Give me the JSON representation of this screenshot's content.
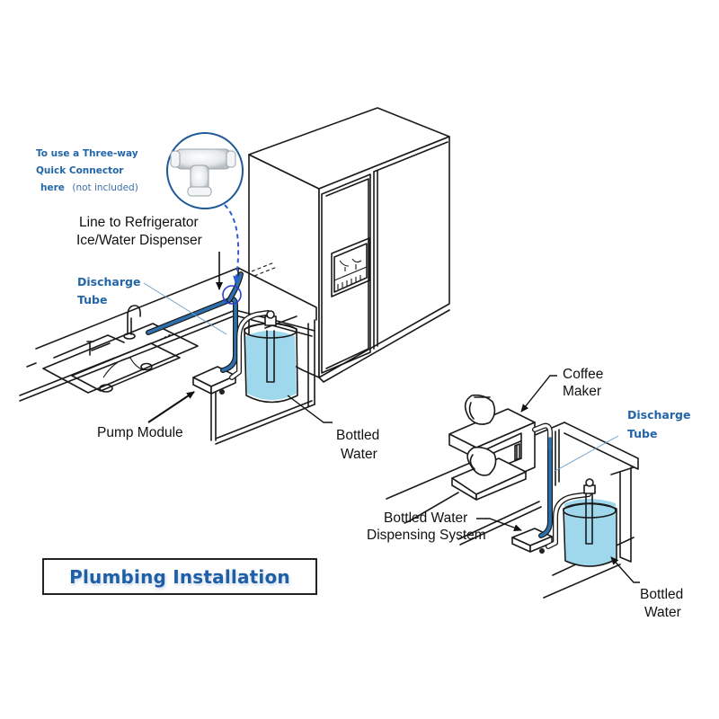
{
  "title": "Plumbing Installation",
  "colors": {
    "accent_blue": "#2266a8",
    "tube_blue": "#2e6fae",
    "water": "#9fd8ec",
    "line": "#1a1a1a"
  },
  "connector_note": {
    "line1": "To use a Three-way",
    "line2": "Quick Connector",
    "line3_bold": "here",
    "line3_normal": "(not included)"
  },
  "left_scene": {
    "line_to_fridge": {
      "line1": "Line to Refrigerator",
      "line2": "Ice/Water Dispenser"
    },
    "discharge_tube": {
      "line1": "Discharge",
      "line2": "Tube"
    },
    "pump_module": "Pump Module",
    "bottled_water": {
      "line1": "Bottled",
      "line2": "Water"
    }
  },
  "right_scene": {
    "coffee_maker": {
      "line1": "Coffee",
      "line2": "Maker"
    },
    "discharge_tube": {
      "line1": "Discharge",
      "line2": "Tube"
    },
    "dispensing_system": {
      "line1": "Bottled Water",
      "line2": "Dispensing System"
    },
    "bottled_water": {
      "line1": "Bottled",
      "line2": "Water"
    }
  },
  "icons": {
    "connector": "three-way-quick-connector-icon",
    "refrigerator": "refrigerator-icon",
    "sink": "sink-icon",
    "pump": "pump-module-icon",
    "bottle": "water-bottle-icon",
    "coffee_maker": "coffee-maker-icon"
  }
}
